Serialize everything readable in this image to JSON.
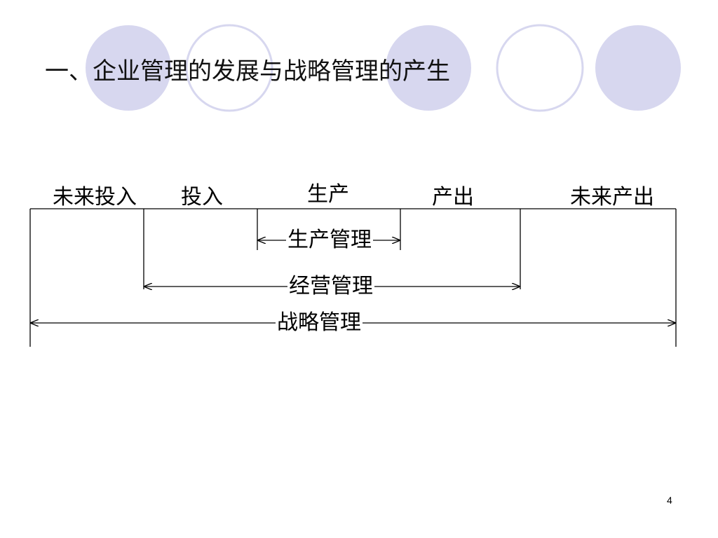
{
  "slide": {
    "title": "一、企业管理的发展与战略管理的产生",
    "page_number": "4",
    "accent_color": "#d6d6ee",
    "ring_color": "#d6d6ee"
  },
  "diagram": {
    "stages": [
      "未来投入",
      "投入",
      "生产",
      "产出",
      "未来产出"
    ],
    "spans": [
      {
        "label": "生产管理",
        "from": "生产",
        "to": "产出"
      },
      {
        "label": "经营管理",
        "from": "投入",
        "to": "未来产出"
      },
      {
        "label": "战略管理",
        "from": "未来投入",
        "to": "end"
      }
    ]
  }
}
